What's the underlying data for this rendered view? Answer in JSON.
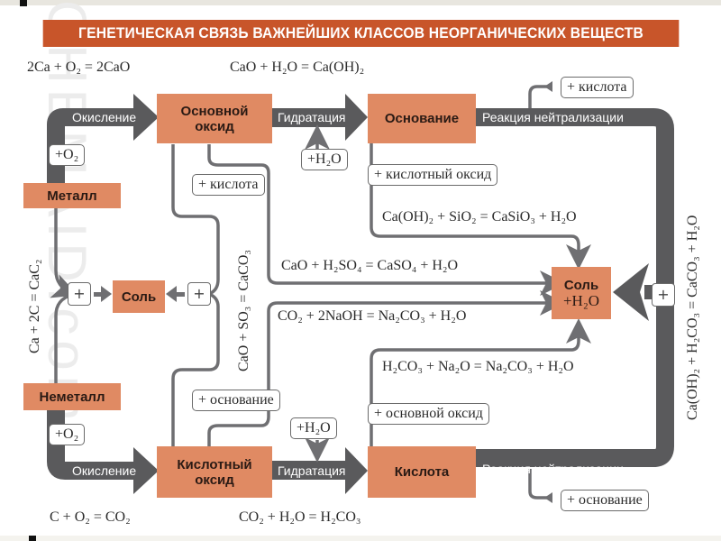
{
  "title": "ГЕНЕТИЧЕСКАЯ СВЯЗЬ ВАЖНЕЙШИХ КЛАССОВ НЕОРГАНИЧЕСКИХ ВЕЩЕСТВ",
  "watermark": "CHEMAID.com",
  "colors": {
    "title_bg": "#c8552a",
    "node_bg": "#e08a63",
    "arrow_dark": "#5a5a5c",
    "line_gray": "#6f6f72"
  },
  "nodes": {
    "basic_oxide": [
      "Основной",
      "оксид"
    ],
    "base": "Основание",
    "metal": "Металл",
    "salt_left": "Соль",
    "nonmetal": "Неметалл",
    "acid_oxide": [
      "Кислотный",
      "оксид"
    ],
    "acid": "Кислота",
    "salt_right": "Соль",
    "salt_right_sub": "+H₂O"
  },
  "arrow_labels": {
    "oxidation_top": "Окисление",
    "hydration_top": "Гидратация",
    "neutralization_top": "Реакция нейтрализации",
    "oxidation_bottom": "Окисление",
    "hydration_bottom": "Гидратация",
    "neutralization_bottom": "Реакция нейтрализации"
  },
  "boxes": {
    "plus_o2_top": "+O₂",
    "plus_h2o_top": "+H₂O",
    "plus_acid_top": "+ кислота",
    "plus_acid_mid": "+ кислота",
    "plus_acid_oxide": "+ кислотный оксид",
    "plus_base_mid": "+ основание",
    "plus_h2o_bottom": "+H₂O",
    "plus_o2_bottom": "+O₂",
    "plus_basic_oxide": "+ основной оксид",
    "plus_base_bottom": "+ основание",
    "plus_sign": "+"
  },
  "equations": {
    "ca_oxidation": "2Ca + O₂ = 2CaO",
    "cao_hydration": "CaO + H₂O = Ca(OH)₂",
    "caoh2_sio2": "Ca(OH)₂ + SiO₂ = CaSiO₃ + H₂O",
    "cao_h2so4": "CaO + H₂SO₄ = CaSO₄ + H₂O",
    "co2_naoh": "CO₂ + 2NaOH = Na₂CO₃ + H₂O",
    "h2co3_na2o": "H₂CO₃ + Na₂O = Na₂CO₃ + H₂O",
    "c_oxidation": "C + O₂ = CO₂",
    "co2_hydration": "CO₂ + H₂O = H₂CO₃",
    "ca_c": "Ca + 2C = CaC₂",
    "cao_so3": "CaO + SO₃ = CaCO₃",
    "neutralization_right": "Ca(OH)₂ + H₂CO₃ = CaCO₃ + H₂O"
  }
}
